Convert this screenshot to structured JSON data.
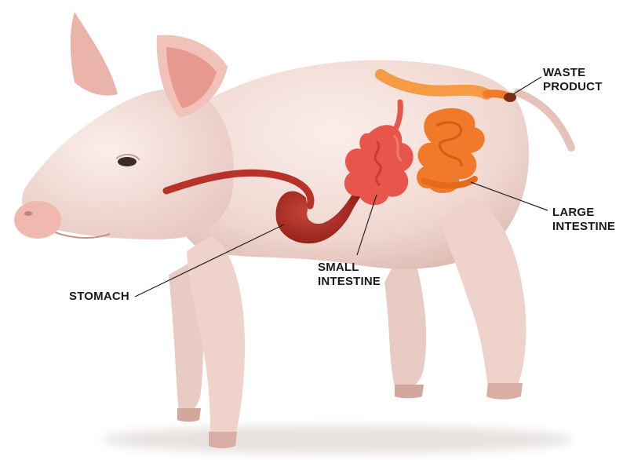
{
  "labels": {
    "stomach": [
      "STOMACH"
    ],
    "small_intestine": [
      "SMALL",
      "INTESTINE"
    ],
    "large_intestine": [
      "LARGE",
      "INTESTINE"
    ],
    "waste_product": [
      "WASTE",
      "PRODUCT"
    ]
  },
  "colors": {
    "background": "#ffffff",
    "pig_skin": "#f2dcd6",
    "pig_shadow": "#d9b9b1",
    "snout": "#f0b8ae",
    "ear_inner": "#e99a90",
    "esophagus": "#b8322a",
    "stomach": "#b02a22",
    "small_intestine": "#e8554b",
    "large_intestine": "#f07a2a",
    "waste_tip": "#7a2f10",
    "leader_line": "#222222"
  }
}
